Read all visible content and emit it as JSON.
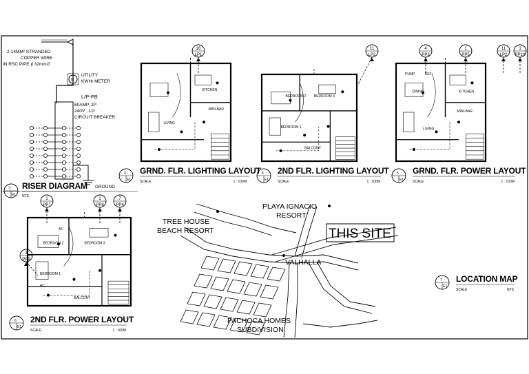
{
  "riser": {
    "wire_note": [
      "2-14MM² STRANDED",
      "COPPER WIRE",
      "IN RSC PIPE ∮ 32mm∅"
    ],
    "meter_note": [
      "UTILITY",
      "KWHr METER"
    ],
    "panel": "L/P-PB",
    "breaker_note": [
      "60AMP, 2P",
      "240V , 1∅",
      "CIRCUIT BREAKER"
    ],
    "ground": "GROUND"
  },
  "titles": [
    {
      "num": "2",
      "sheet": "E1",
      "title": "RISER DIAGRAM",
      "scale_label": "NTS.",
      "scale_value": ""
    },
    {
      "num": "3",
      "sheet": "E1",
      "title": "GRND. FLR. LIGHTING LAYOUT",
      "scale_label": "SCALE",
      "scale_value": "1 : 100M"
    },
    {
      "num": "4",
      "sheet": "E1",
      "title": "2ND FLR. LIGHTING LAYOUT",
      "scale_label": "SCALE",
      "scale_value": "1 : 100M"
    },
    {
      "num": "5",
      "sheet": "E1",
      "title": "GRND. FLR. POWER LAYOUT",
      "scale_label": "SCALE",
      "scale_value": "1 : 100M"
    },
    {
      "num": "6",
      "sheet": "E1",
      "title": "2ND FLR. POWER LAYOUT",
      "scale_label": "SCALE",
      "scale_value": "1 : 100M"
    },
    {
      "num": "7",
      "sheet": "E1",
      "title": "LOCATION MAP",
      "scale_label": "SCALE",
      "scale_value": "NTS"
    }
  ],
  "circuit_tags": [
    {
      "top": "16",
      "bottom": "LP1"
    },
    {
      "top": "11",
      "bottom": "LP2"
    },
    {
      "top": "4",
      "bottom": "PP3"
    },
    {
      "top": "1",
      "bottom": "PP5"
    },
    {
      "top": "11",
      "bottom": "LP2"
    },
    {
      "top": "1",
      "bottom": "PP10"
    },
    {
      "top": "1",
      "bottom": "PP7"
    },
    {
      "top": "1",
      "bottom": "PP8"
    },
    {
      "top": "7",
      "bottom": "PP4"
    },
    {
      "top": "1",
      "bottom": "PP9"
    }
  ],
  "room_labels": {
    "gf_light": [
      "KITCHEN",
      "MINI-BAR",
      "LIVING"
    ],
    "sf_light": [
      "BEDROOM 2",
      "BEDROOM 3",
      "BEDROOM 1",
      "BALCONY"
    ],
    "gf_power": [
      "PUMP",
      "REF",
      "DINING",
      "KITCHEN",
      "MINI-BAR",
      "LIVING"
    ],
    "sf_power": [
      "AC",
      "BEDROOM 2",
      "BEDROOM 3",
      "BEDROOM 1",
      "AC",
      "BALCONY"
    ]
  },
  "map": {
    "tree_house": [
      "TREE HOUSE",
      "BEACH RESORT"
    ],
    "playa": [
      "PLAYA IGNACIO",
      "RESORT"
    ],
    "this_site": "THIS SITE",
    "valhalla": "VALHALLA",
    "pachoca": [
      "PACHOCA HOMES",
      "SUBDIVISION"
    ]
  }
}
